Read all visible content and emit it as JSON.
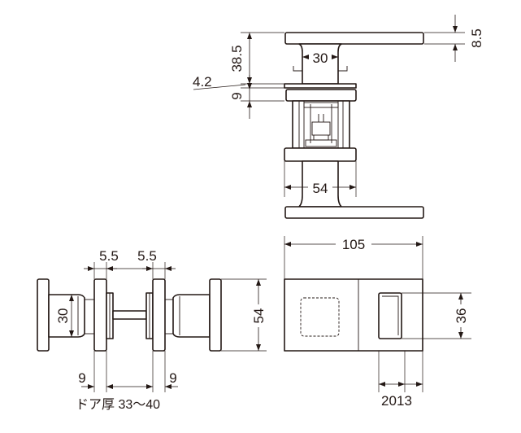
{
  "dimensions": {
    "top_thickness": "8.5",
    "neck_width": "30",
    "lever_height": "38.5",
    "gap": "4.2",
    "rose_thickness": "9",
    "rose_width": "54",
    "plate_length": "105",
    "plate_height": "36",
    "offset_a": "20",
    "offset_b": "13",
    "side_spacer_left": "5.5",
    "side_spacer_right": "5.5",
    "side_neck": "30",
    "side_rose": "54",
    "side_thick_left": "9",
    "side_thick_right": "9"
  },
  "door_label": "ドア厚 33〜40"
}
